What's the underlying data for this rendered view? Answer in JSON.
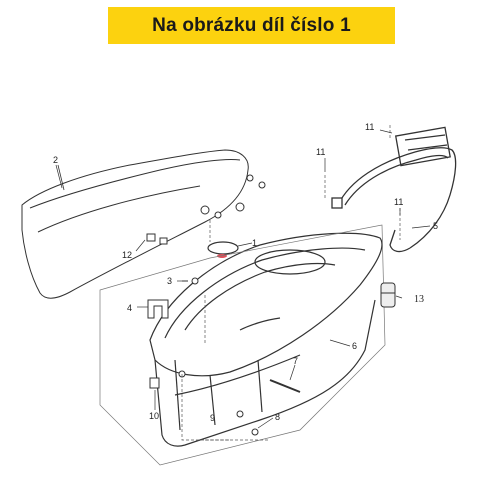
{
  "banner": {
    "text": "Na obrázku díl číslo 1"
  },
  "labels": {
    "p1": "1",
    "p2": "2",
    "p3": "3",
    "p4": "4",
    "p5": "5",
    "p6": "6",
    "p7": "7",
    "p8": "8",
    "p9": "9",
    "p10": "10",
    "p11a": "11",
    "p11b": "11",
    "p11c": "11",
    "p12": "12",
    "p13": "13"
  },
  "colors": {
    "banner": "#fcd20f",
    "line": "#333333",
    "highlight": "#e0505a"
  }
}
